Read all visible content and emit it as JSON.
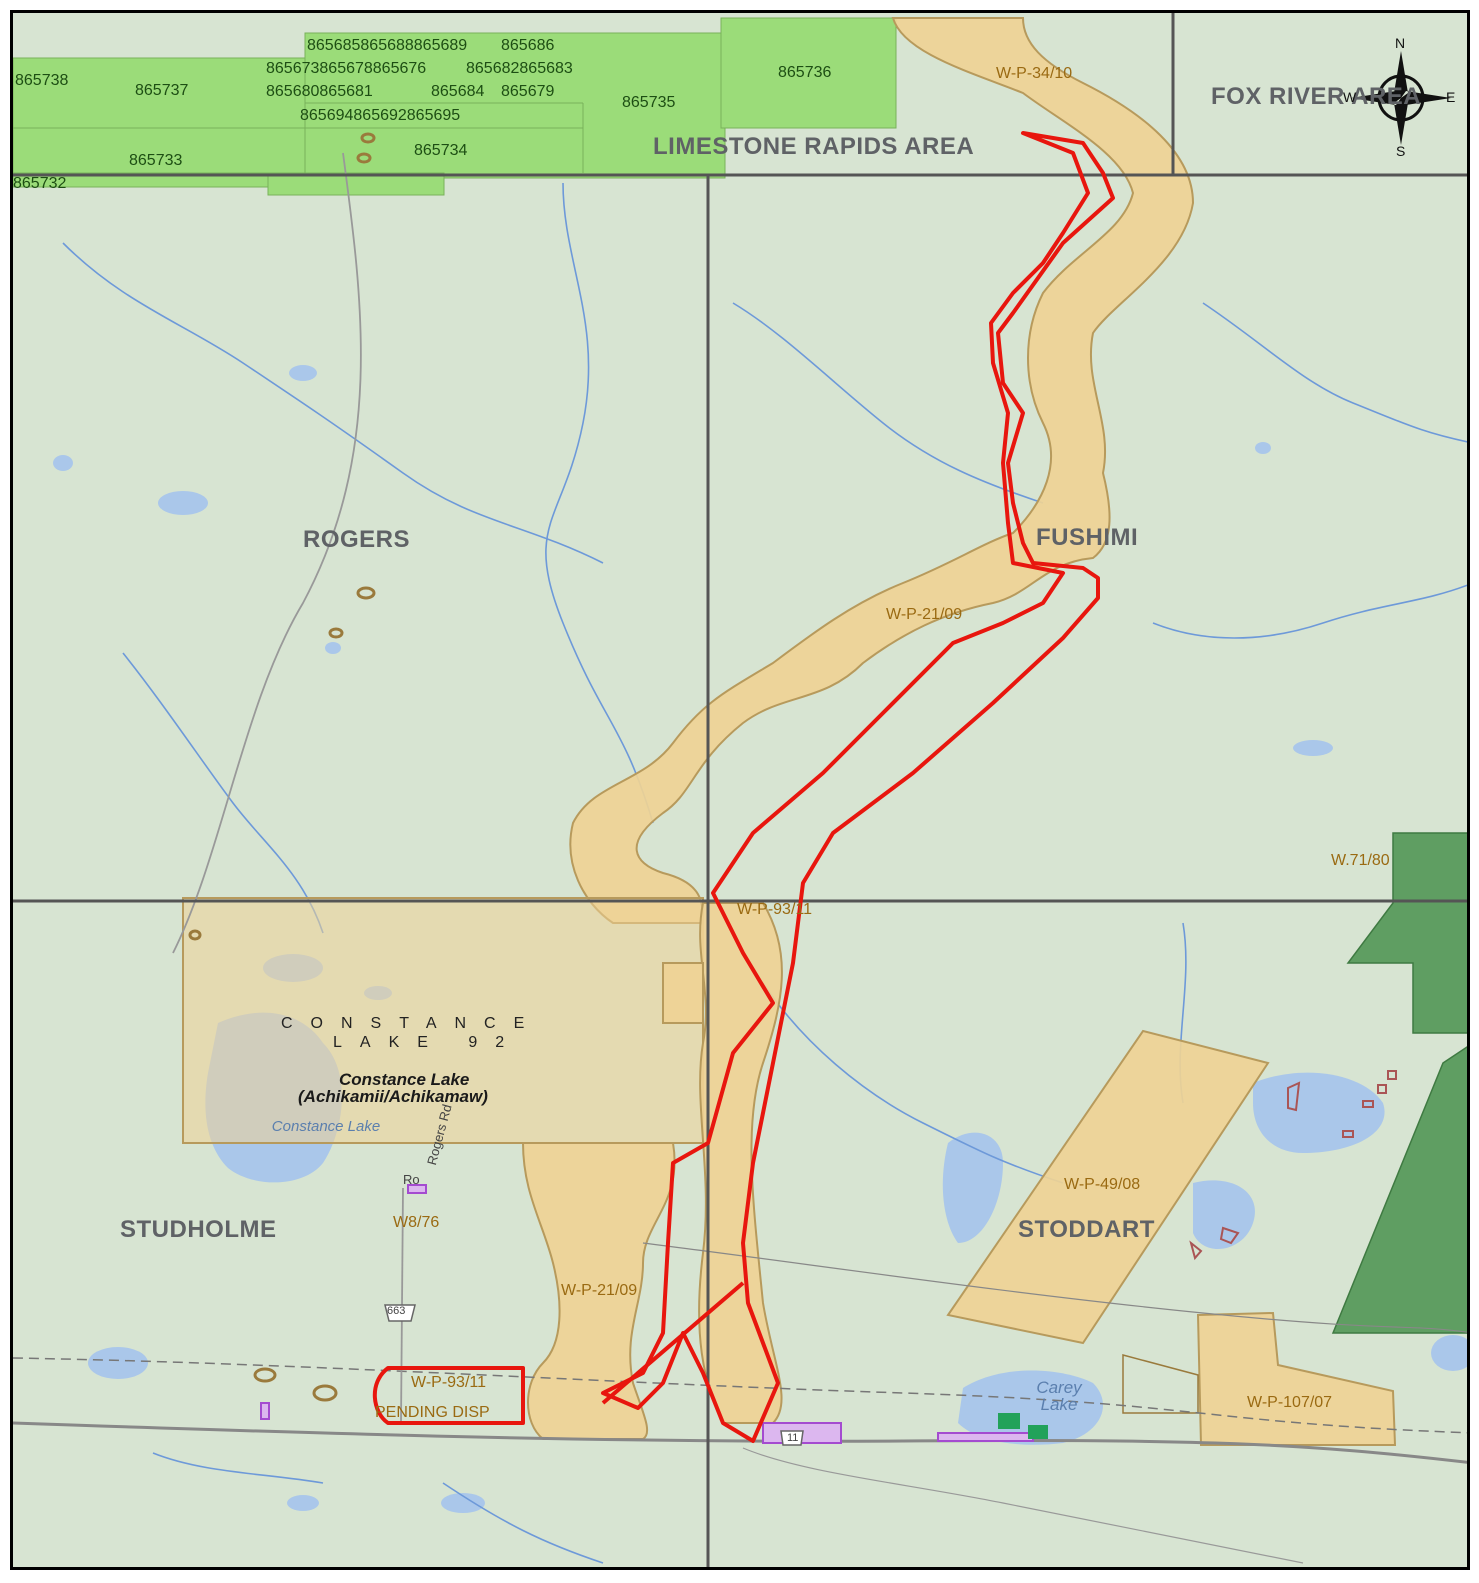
{
  "map": {
    "townships": [
      "ROGERS",
      "FUSHIMI",
      "STUDHOLME",
      "STODDART",
      "LIMESTONE RAPIDS AREA",
      "FOX RIVER AREA"
    ],
    "claims": [
      "865738",
      "865737",
      "865685865688865689",
      "865686",
      "865673865678865676",
      "865682865683",
      "865680865681",
      "865684",
      "865679",
      "865694865692865695",
      "865736",
      "865735",
      "865733",
      "865734",
      "865732"
    ],
    "permits": [
      "W-P-34/10",
      "W-P-21/09",
      "W-P-93/11",
      "W-P-21/09",
      "W-P-93/11",
      "W-P-49/08",
      "W-P-107/07",
      "W.71/80",
      "W8/76",
      "PENDING DISP"
    ],
    "reserve": {
      "line1": "CONSTANCE",
      "line2": "LAKE 92",
      "name": "Constance Lake",
      "name_alt": "(Achikamii/Achikamaw)"
    },
    "lakes": [
      "Constance Lake",
      "Carey Lake"
    ],
    "roads": [
      "663",
      "11",
      "Rogers Rd",
      "Ro"
    ],
    "compass": {
      "n": "N",
      "s": "S",
      "e": "E",
      "w": "W"
    },
    "colors": {
      "claims": "#9bdc79",
      "permits": "#efd295",
      "route": "#e8160e",
      "grid": "#555555",
      "green_area": "#5f9e62",
      "water": "#aac7ea",
      "land": "#d7e4d2"
    }
  }
}
